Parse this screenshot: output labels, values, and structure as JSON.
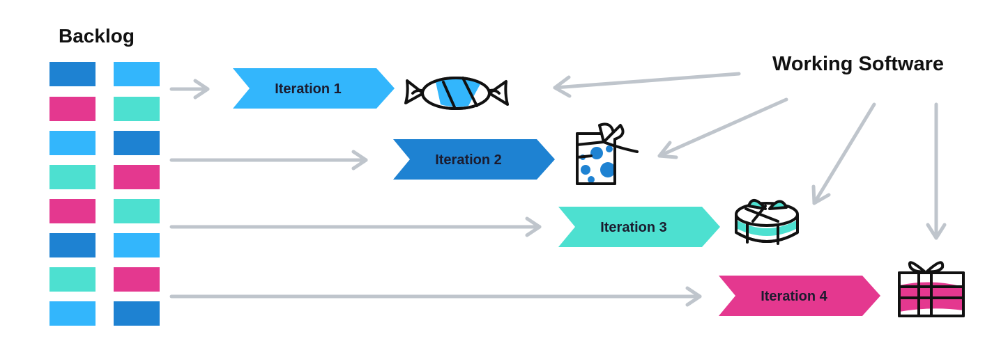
{
  "backlog": {
    "title": "Backlog",
    "columns": [
      [
        "#1e82d2",
        "#e4388f",
        "#33b6fc",
        "#4de0d0",
        "#e4388f",
        "#1e82d2",
        "#4de0d0",
        "#33b6fc"
      ],
      [
        "#33b6fc",
        "#4de0d0",
        "#1e82d2",
        "#e4388f",
        "#4de0d0",
        "#33b6fc",
        "#e4388f",
        "#1e82d2"
      ]
    ]
  },
  "working_software": {
    "title": "Working Software"
  },
  "iterations": [
    {
      "label": "Iteration 1",
      "color": "#33b6fc",
      "gift_icon": "candy-icon"
    },
    {
      "label": "Iteration 2",
      "color": "#1e82d2",
      "gift_icon": "gift-box-icon"
    },
    {
      "label": "Iteration 3",
      "color": "#4de0d0",
      "gift_icon": "round-gift-icon"
    },
    {
      "label": "Iteration 4",
      "color": "#e4388f",
      "gift_icon": "wrapped-present-icon"
    }
  ],
  "arrow_color": "#bfc5cc"
}
